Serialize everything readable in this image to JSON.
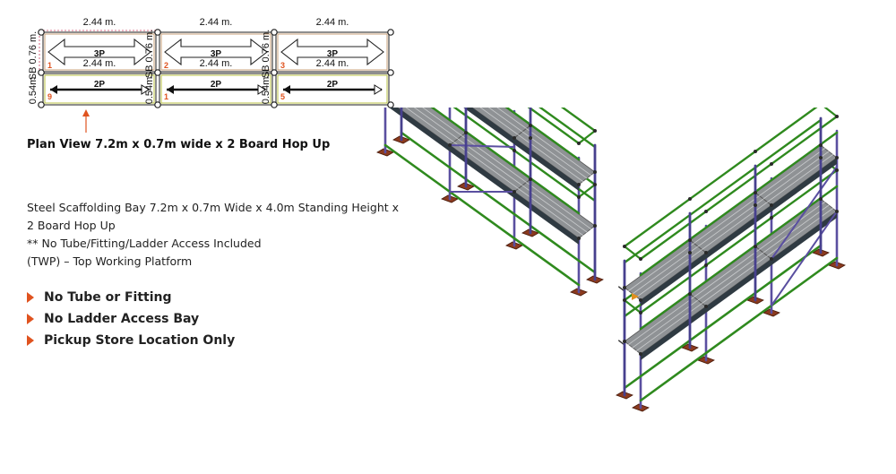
{
  "plan": {
    "bay_widths": [
      "2.44 m.",
      "2.44 m.",
      "2.44 m."
    ],
    "inner_widths": [
      "2.44 m.",
      "2.44 m.",
      "2.44 m."
    ],
    "top_labels": [
      "3P",
      "3P",
      "3P"
    ],
    "bottom_labels": [
      "2P",
      "2P",
      "2P"
    ],
    "top_bay_numbers": [
      "1",
      "2",
      "3"
    ],
    "bottom_bay_numbers": [
      "9",
      "1",
      "5"
    ],
    "side_label_top": "SB 0.76 m.",
    "side_label_bottom": "0.54m",
    "title": "Plan View 7.2m x 0.7m wide x 2 Board Hop Up"
  },
  "description": {
    "line1": "Steel Scaffolding Bay 7.2m x 0.7m Wide x 4.0m Standing Height x",
    "line2": "2 Board Hop Up",
    "line3": "** No Tube/Fitting/Ladder Access Included",
    "line4": "(TWP) – Top Working Platform"
  },
  "features": [
    "No Tube or Fitting",
    "No Ladder Access Bay",
    "Pickup Store Location Only"
  ],
  "colors": {
    "accent": "#e0531f",
    "ledger_green": "#2f8a1e",
    "standard_purple": "#5a4fa0",
    "deck_grey": "#8f9295",
    "base_plate": "#8b3a1e"
  },
  "icons": [
    "bullet-triangle-icon",
    "arrow-up-icon"
  ]
}
